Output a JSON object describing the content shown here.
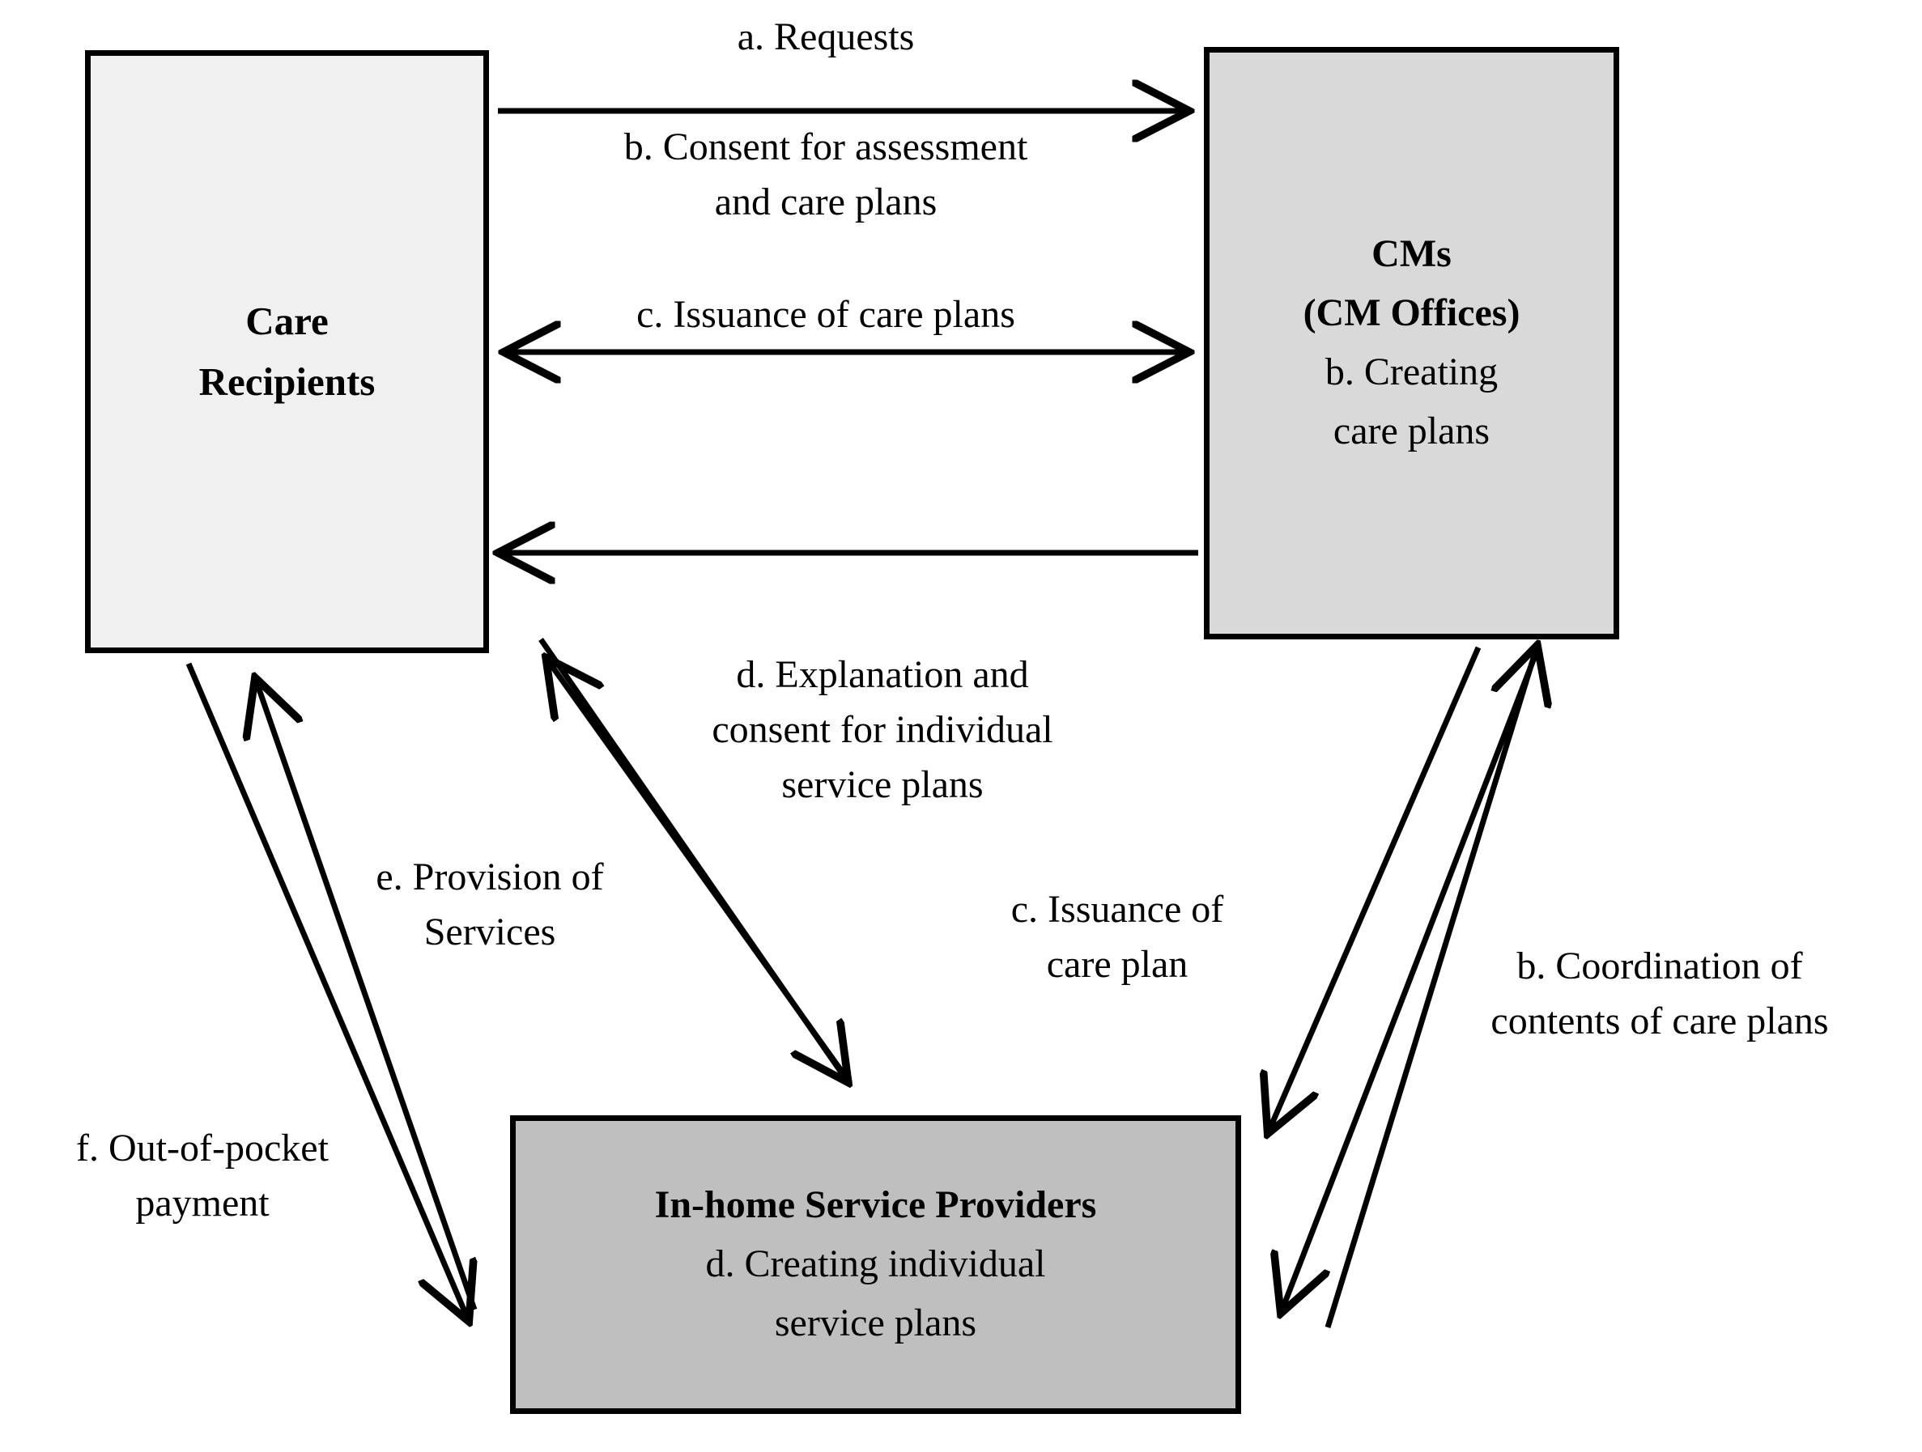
{
  "diagram": {
    "title": "Care management service flow diagram",
    "colors": {
      "background": "#ffffff",
      "stroke": "#000000",
      "care_recipients_fill": "#f0f0f0",
      "cms_fill": "#d9d9d9",
      "providers_fill": "#bfbfbf"
    },
    "nodes": {
      "care_recipients": {
        "lines": [
          "Care",
          "Recipients"
        ],
        "bold": [
          true,
          true
        ]
      },
      "cms": {
        "lines": [
          "CMs",
          "(CM Offices)",
          "b. Creating",
          "care plans"
        ],
        "bold": [
          true,
          true,
          false,
          false
        ]
      },
      "providers": {
        "lines": [
          "In-home Service Providers",
          "d. Creating individual",
          "service plans"
        ],
        "bold": [
          true,
          false,
          false
        ]
      }
    },
    "edges": {
      "a_requests": {
        "label": "a.    Requests",
        "from": "care_recipients",
        "to": "cms",
        "direction": "right"
      },
      "b_consent": {
        "label": "b. Consent for assessment\nand care plans",
        "from": "care_recipients",
        "to": "cms",
        "direction": "both"
      },
      "c_issuance_care_plans": {
        "label": "c. Issuance of care plans",
        "from": "cms",
        "to": "care_recipients",
        "direction": "left"
      },
      "d_explanation": {
        "label": "d. Explanation and\nconsent for individual\nservice plans",
        "from": "care_recipients",
        "to": "providers",
        "direction": "both"
      },
      "e_provision": {
        "label": "e. Provision of\nServices",
        "from": "providers",
        "to": "care_recipients",
        "direction": "up"
      },
      "f_payment": {
        "label": "f. Out-of-pocket\npayment",
        "from": "care_recipients",
        "to": "providers",
        "direction": "down"
      },
      "c_issuance_care_plan": {
        "label": "c. Issuance of\ncare plan",
        "from": "cms",
        "to": "providers",
        "direction": "down"
      },
      "b_coordination": {
        "label": "b. Coordination of\ncontents of care plans",
        "from": "providers",
        "to": "cms",
        "direction": "up"
      }
    }
  }
}
